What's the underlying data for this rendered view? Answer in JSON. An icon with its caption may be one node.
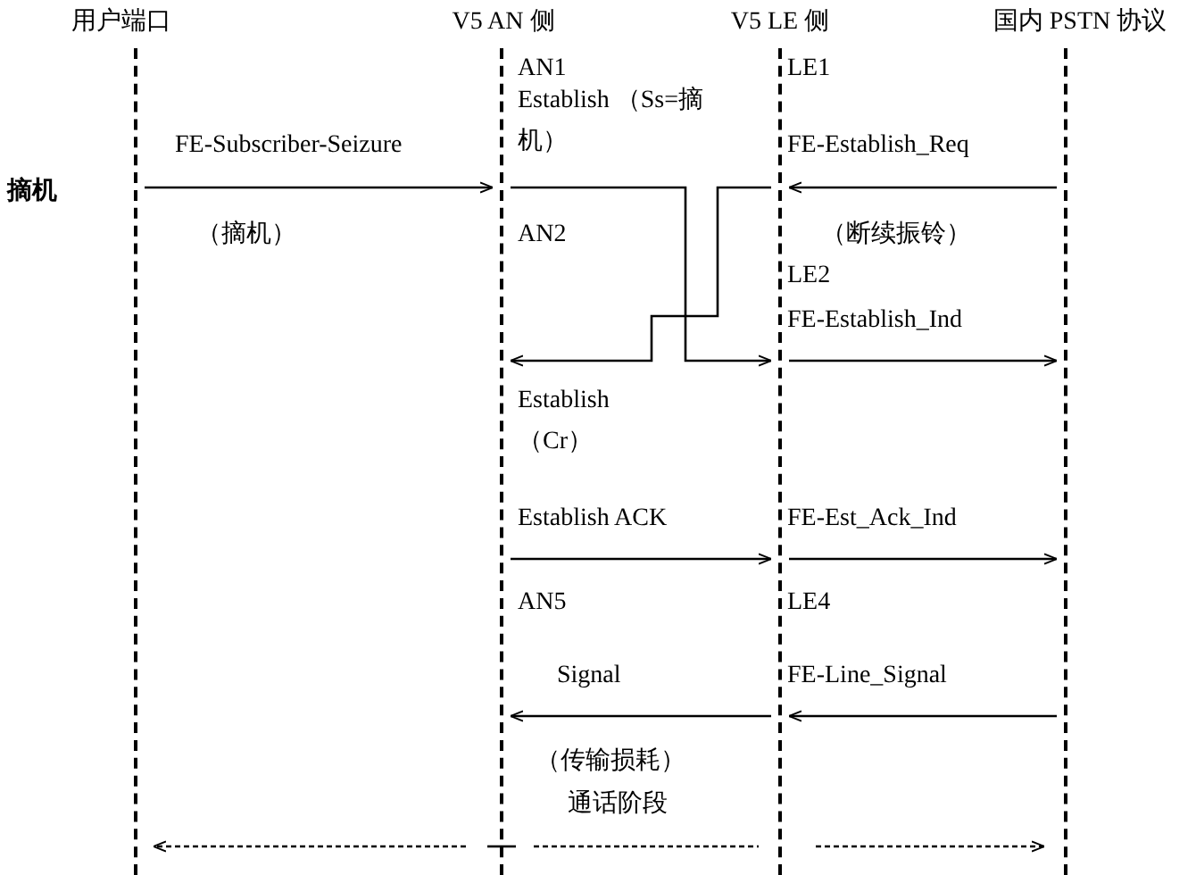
{
  "diagram": {
    "nodes": [
      {
        "text": [
          "用户端口"
        ]
      },
      {
        "text": [
          "V5 AN 侧"
        ]
      },
      {
        "text": [
          "V5 LE 侧"
        ]
      },
      {
        "text": [
          "国内 PSTN 协议"
        ]
      }
    ],
    "edges": [
      {
        "from": 0,
        "to": 1,
        "arrow": "to",
        "label": "FE-Subscriber-Seizure"
      },
      {
        "from": 3,
        "to": 2,
        "arrow": "to",
        "label": "FE-Establish_Req"
      },
      {
        "from": 1,
        "to": 2,
        "arrow": "to",
        "label": "Establish （Ss=摘机）"
      },
      {
        "from": 2,
        "to": 1,
        "arrow": "to",
        "label": "Establish （Cr）"
      },
      {
        "from": 2,
        "to": 3,
        "arrow": "to",
        "label": "FE-Establish_Ind"
      },
      {
        "from": 1,
        "to": 2,
        "arrow": "to",
        "label": "Establish ACK"
      },
      {
        "from": 2,
        "to": 3,
        "arrow": "to",
        "label": "FE-Est_Ack_Ind"
      },
      {
        "from": 2,
        "to": 1,
        "arrow": "to",
        "label": "Signal"
      },
      {
        "from": 3,
        "to": 2,
        "arrow": "to",
        "label": "FE-Line_Signal"
      },
      {
        "from": 1,
        "to": 0,
        "arrow": "to",
        "style": "dashed"
      },
      {
        "from": 1,
        "to": 2,
        "arrow": "none",
        "style": "dashed"
      },
      {
        "from": 2,
        "to": 3,
        "arrow": "to",
        "style": "dashed"
      }
    ],
    "labels": [
      "摘机",
      "（摘机）",
      "AN1",
      "LE1",
      "AN2",
      "（断续振铃）",
      "LE2",
      "AN5",
      "LE4",
      "（传输损耗）",
      "通话阶段"
    ]
  }
}
